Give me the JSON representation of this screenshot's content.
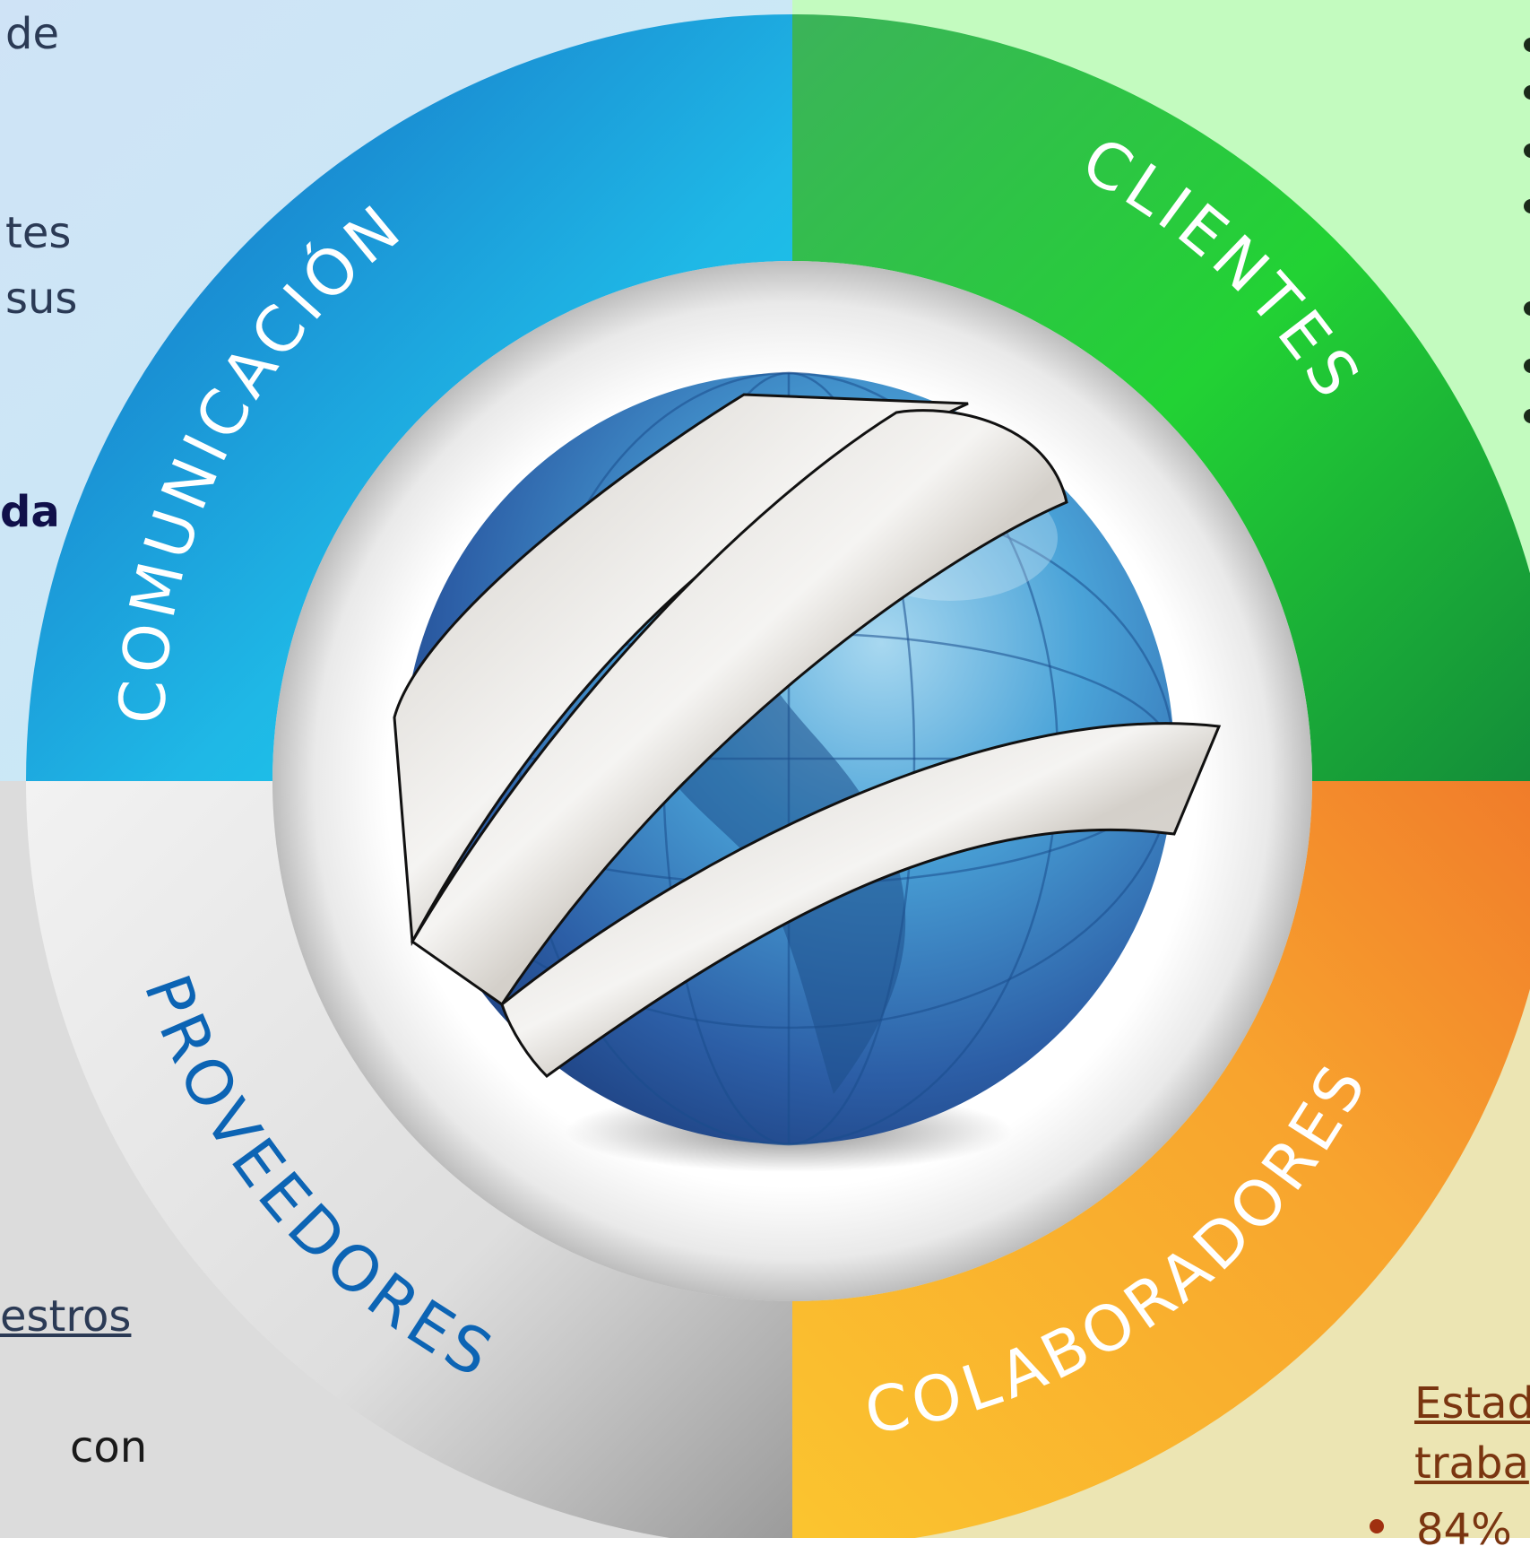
{
  "diagram": {
    "center_label": "",
    "segments": [
      {
        "label": "COMUNICACIÓN",
        "color": "#ffffff"
      },
      {
        "label": "CLIENTES",
        "color": "#ffffff"
      },
      {
        "label": "PROVEEDORES",
        "color": "#0c64b4"
      },
      {
        "label": "COLABORADORES",
        "color": "#ffffff"
      }
    ]
  },
  "background_text": {
    "left_top": [
      "de",
      "tes",
      "sus",
      "da"
    ],
    "left_bottom": [
      "estros",
      "con"
    ],
    "right_bottom": [
      "Estad",
      "traba",
      "84%"
    ]
  }
}
